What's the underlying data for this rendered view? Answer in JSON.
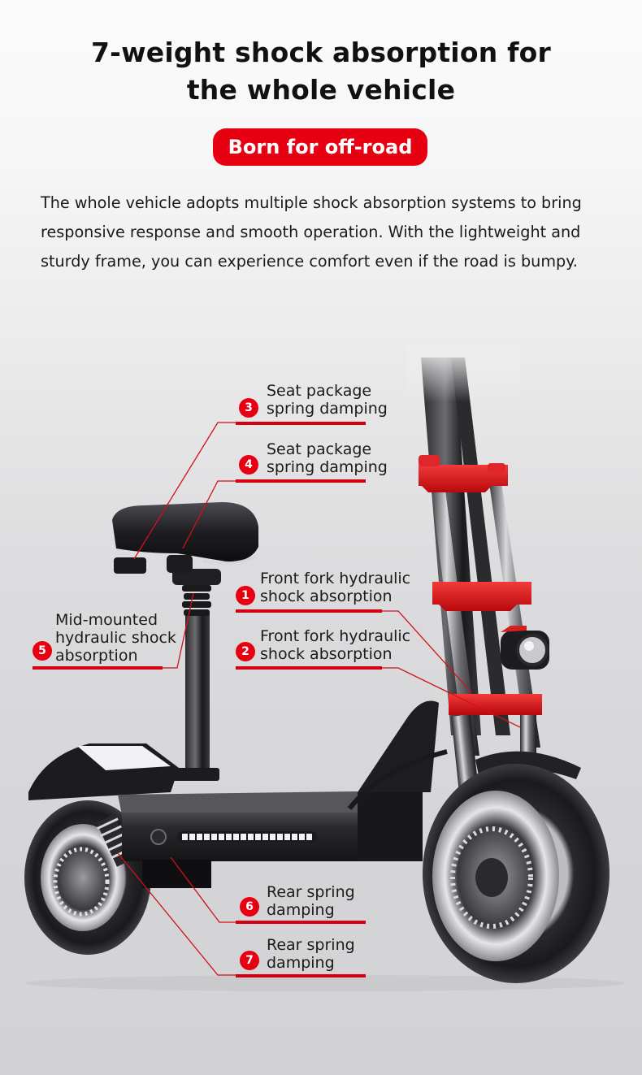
{
  "header": {
    "title_line1": "7-weight shock absorption for",
    "title_line2": "the whole vehicle",
    "badge": "Born for off-road"
  },
  "description": {
    "line1": "The whole vehicle adopts multiple shock absorption systems to bring",
    "line2": "responsive response and smooth operation. With the lightweight and",
    "line3": "sturdy frame, you can experience comfort even if the road is bumpy."
  },
  "colors": {
    "accent": "#e60012",
    "text": "#111111",
    "background": "#f6f6f7"
  },
  "callouts": [
    {
      "number": "1",
      "line1": "Front fork hydraulic",
      "line2": "shock absorption"
    },
    {
      "number": "2",
      "line1": "Front fork hydraulic",
      "line2": "shock absorption"
    },
    {
      "number": "3",
      "line1": "Seat package",
      "line2": "spring damping"
    },
    {
      "number": "4",
      "line1": "Seat package",
      "line2": "spring damping"
    },
    {
      "number": "5",
      "line1": "Mid-mounted",
      "line2": "hydraulic shock",
      "line3": "absorption"
    },
    {
      "number": "6",
      "line1": "Rear spring",
      "line2": "damping"
    },
    {
      "number": "7",
      "line1": "Rear spring",
      "line2": "damping"
    }
  ],
  "image": {
    "subject": "electric-scooter-with-seat"
  }
}
